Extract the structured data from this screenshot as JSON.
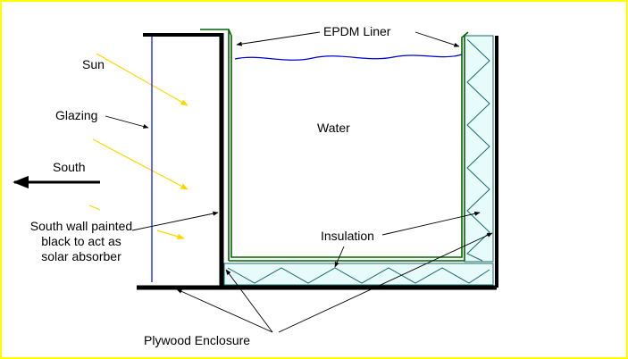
{
  "labels": {
    "epdm_liner": "EPDM Liner",
    "sun": "Sun",
    "glazing": "Glazing",
    "water": "Water",
    "south": "South",
    "south_wall_line1": "South wall painted",
    "south_wall_line2": "black to act as",
    "south_wall_line3": "solar absorber",
    "insulation": "Insulation",
    "plywood_enclosure": "Plywood Enclosure"
  },
  "colors": {
    "border": "#ffff00",
    "background": "#ffffff",
    "wall": "#000000",
    "liner": "#006400",
    "water_surface": "#0000cc",
    "glazing": "#3333ff",
    "sun_rays": "#ffd700",
    "insulation_fill": "#e8fbfb",
    "insulation_stroke": "#1a6b6b"
  }
}
